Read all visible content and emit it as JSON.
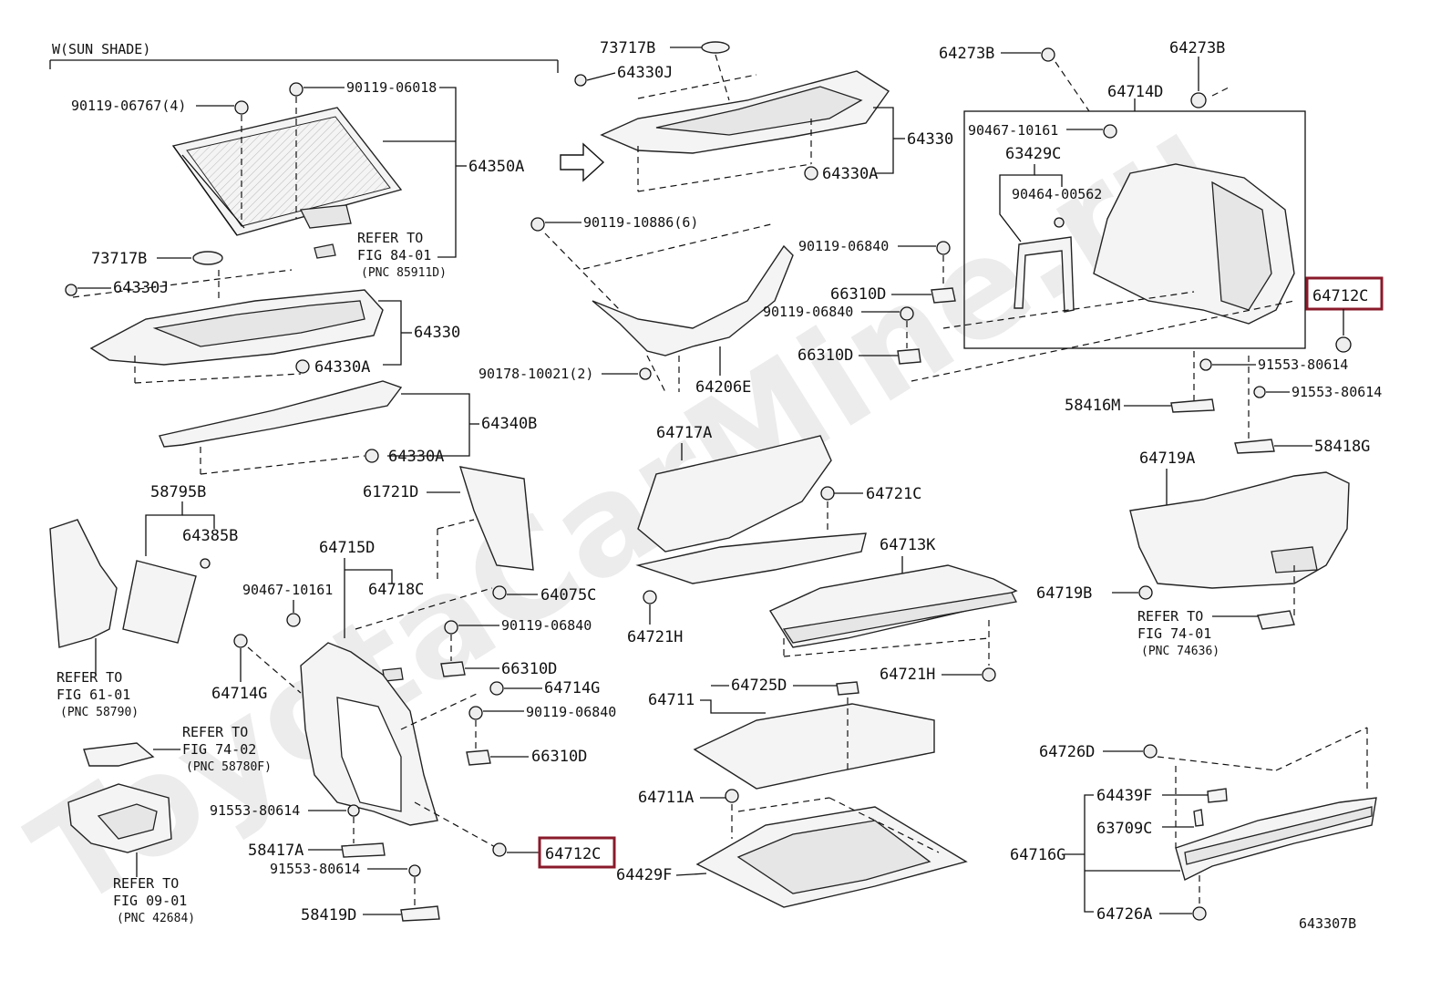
{
  "diagram": {
    "section_note": "W(SUN SHADE)",
    "figure_code": "643307B",
    "watermark": "ToyotaCarMine.ru",
    "highlight_color": "#8a1a2a",
    "labels": {
      "l_73717B_top": "73717B",
      "l_64330J_top": "64330J",
      "l_64330_top": "64330",
      "l_64330A_top": "64330A",
      "l_64273B_a": "64273B",
      "l_64273B_b": "64273B",
      "l_64714D": "64714D",
      "l_90467_10161_a": "90467-10161",
      "l_63429C": "63429C",
      "l_90464_00562": "90464-00562",
      "l_64712C_right": "64712C",
      "l_91553_80614_a": "91553-80614",
      "l_91553_80614_b": "91553-80614",
      "l_58416M": "58416M",
      "l_58418G": "58418G",
      "l_90119_06767": "90119-06767(4)",
      "l_90119_06018": "90119-06018",
      "l_64350A": "64350A",
      "l_73717B_left": "73717B",
      "l_64330J_left": "64330J",
      "l_64330_left": "64330",
      "l_64330A_left_a": "64330A",
      "l_64340B": "64340B",
      "l_64330A_left_b": "64330A",
      "l_90119_10886": "90119-10886(6)",
      "l_90178_10021": "90178-10021(2)",
      "l_64206E": "64206E",
      "l_90119_06840_a": "90119-06840",
      "l_66310D_a": "66310D",
      "l_90119_06840_b": "90119-06840",
      "l_66310D_b": "66310D",
      "l_58795B": "58795B",
      "l_64385B": "64385B",
      "l_61721D": "61721D",
      "l_64717A": "64717A",
      "l_64721C": "64721C",
      "l_64713K": "64713K",
      "l_64719A": "64719A",
      "l_64719B": "64719B",
      "l_64715D": "64715D",
      "l_90467_10161_b": "90467-10161",
      "l_64718C": "64718C",
      "l_64075C": "64075C",
      "l_90119_06840_c": "90119-06840",
      "l_64714G_a": "64714G",
      "l_66310D_c": "66310D",
      "l_64714G_b": "64714G",
      "l_90119_06840_d": "90119-06840",
      "l_66310D_d": "66310D",
      "l_64721H_a": "64721H",
      "l_64721H_b": "64721H",
      "l_64711": "64711",
      "l_64725D": "64725D",
      "l_64711A": "64711A",
      "l_64429F": "64429F",
      "l_64726D": "64726D",
      "l_64439F": "64439F",
      "l_63709C": "63709C",
      "l_64716G": "64716G",
      "l_64726A": "64726A",
      "l_91553_80614_c": "91553-80614",
      "l_58417A": "58417A",
      "l_91553_80614_d": "91553-80614",
      "l_58419D": "58419D",
      "l_64712C_bottom": "64712C"
    },
    "refer_notes": {
      "r84_a": "REFER TO",
      "r84_b": "FIG 84-01",
      "r84_c": "(PNC 85911D)",
      "r74a_a": "REFER TO",
      "r74a_b": "FIG 74-01",
      "r74a_c": "(PNC 74636)",
      "r61_a": "REFER TO",
      "r61_b": "FIG 61-01",
      "r61_c": "(PNC 58790)",
      "r742_a": "REFER TO",
      "r742_b": "FIG 74-02",
      "r742_c": "(PNC 58780F)",
      "r09_a": "REFER TO",
      "r09_b": "FIG 09-01",
      "r09_c": "(PNC 42684)"
    }
  }
}
